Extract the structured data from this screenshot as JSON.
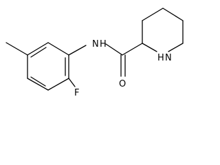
{
  "molecule": {
    "atom_labels": {
      "amide_n": "N",
      "amide_h": "H",
      "carbonyl_o": "O",
      "fluorine": "F",
      "ring_n": "N",
      "ring_h": "H"
    }
  }
}
